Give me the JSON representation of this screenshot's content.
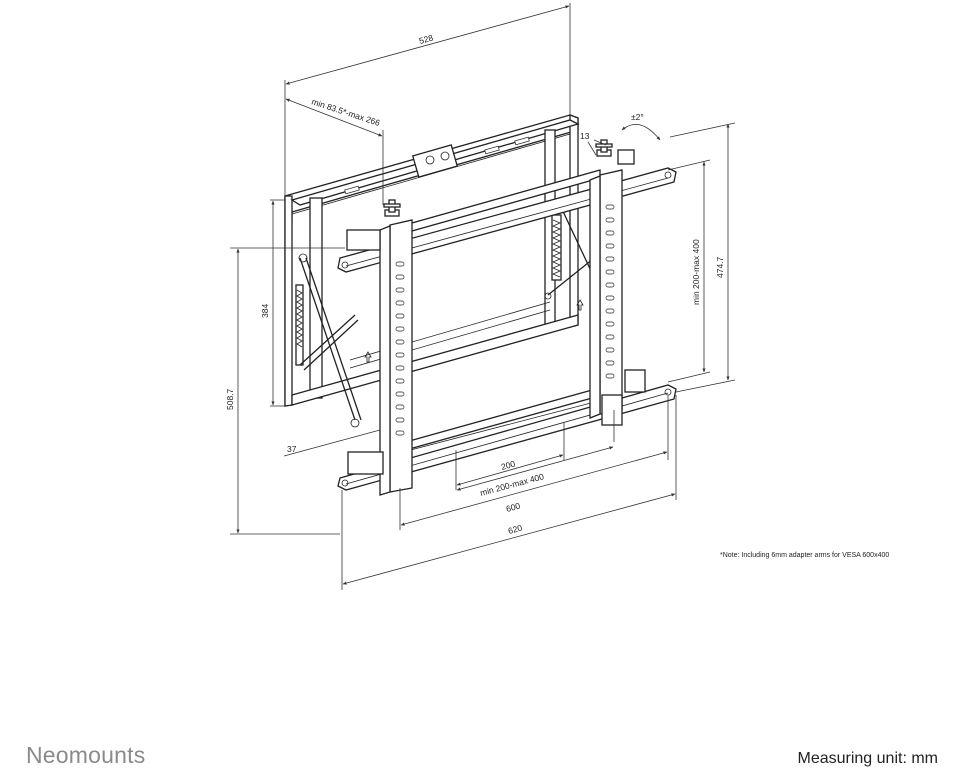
{
  "brand": {
    "name": "Neomounts"
  },
  "footer": {
    "measuring_unit": "Measuring unit: mm"
  },
  "note": "*Note: Including 6mm adapter arms for VESA 600x400",
  "dimensions": {
    "total_width": "528",
    "depth_range": "min 83.5*-max 266",
    "tilt": "±2°",
    "bolt_depth": "13",
    "vertical_left": "384",
    "total_height_left": "508.7",
    "vesa_vertical": "min 200-max 400",
    "total_height_right": "474.7",
    "offset": "37",
    "vesa_horizontal_min": "200",
    "vesa_horizontal_range": "min 200-max 400",
    "arm_width": "600",
    "overall_width": "620"
  }
}
